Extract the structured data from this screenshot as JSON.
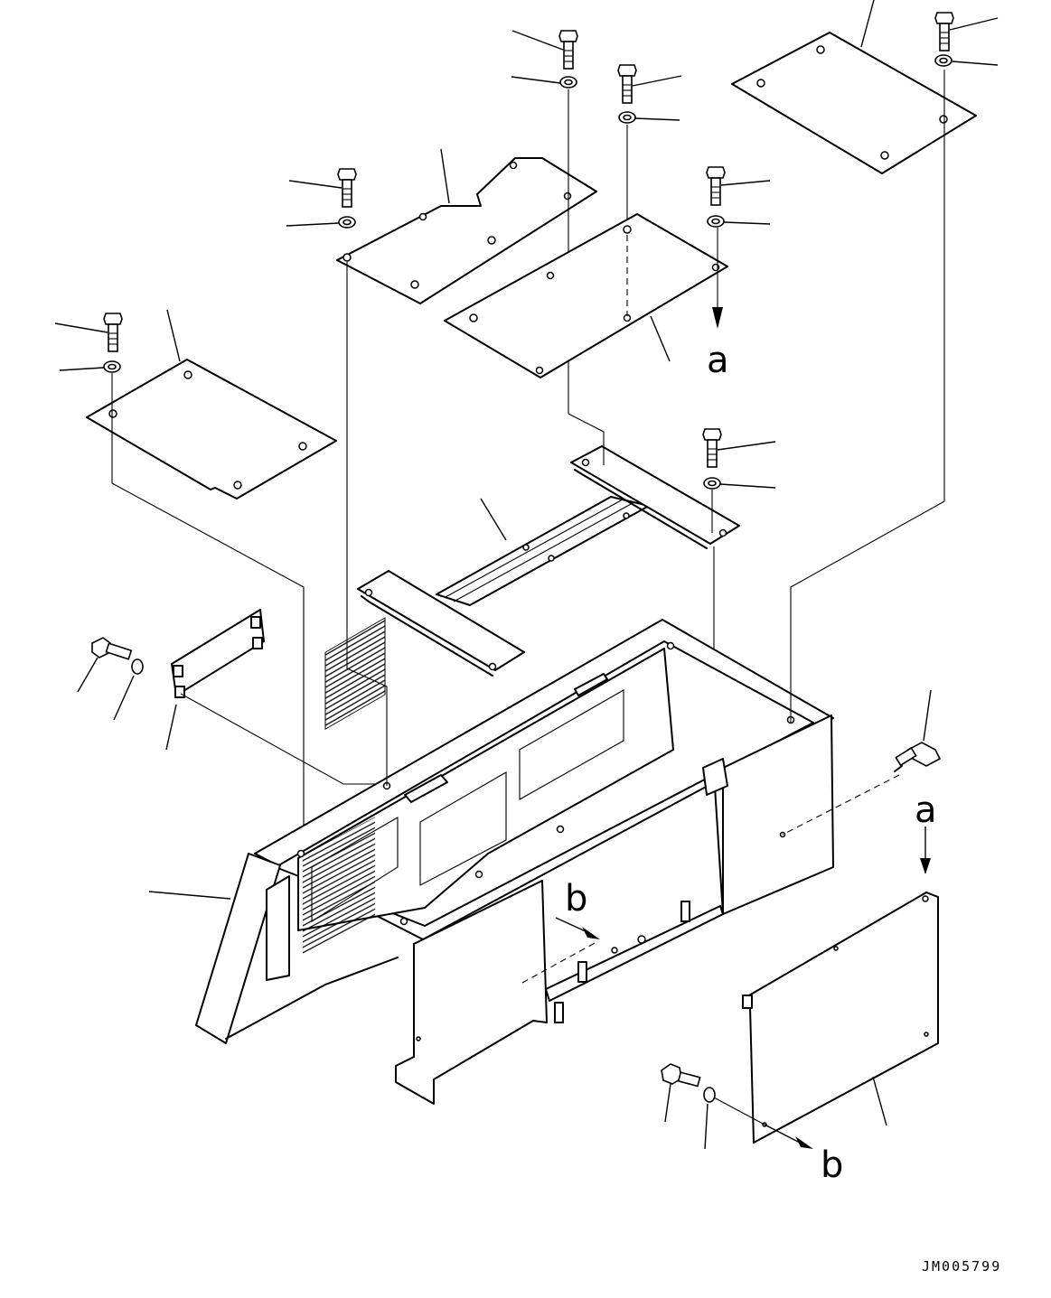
{
  "drawing": {
    "reference_labels": {
      "view_a_top": "a",
      "view_a_side": "a",
      "view_b_frame": "b",
      "view_b_cover": "b"
    },
    "drawing_code": "JM005799"
  }
}
